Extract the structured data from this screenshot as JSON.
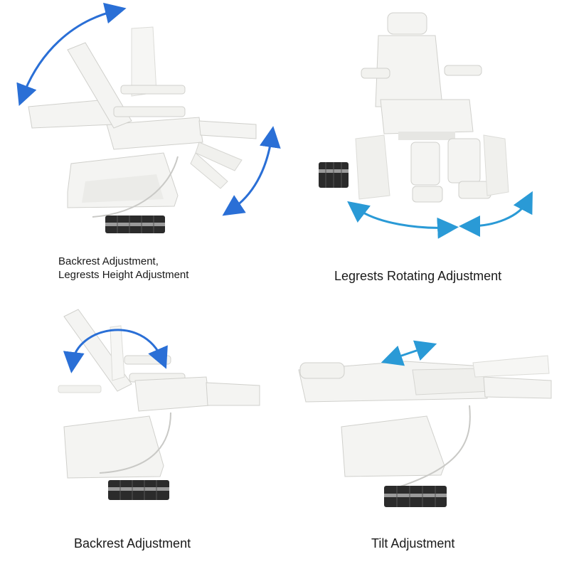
{
  "panels": [
    {
      "caption_line1": "Backrest  Adjustment,",
      "caption_line2": "Legrests Height Adjustment"
    },
    {
      "caption": "Legrests Rotating Adjustment"
    },
    {
      "caption": "Backrest Adjustment"
    },
    {
      "caption": "Tilt Adjustment"
    }
  ],
  "colors": {
    "arrow": "#2a6fd6",
    "chair": "#f4f4f2",
    "chair_shadow": "#d9d9d6",
    "pedal": "#2b2b2b",
    "pedal_plate": "#9a9a9a"
  },
  "icons": [
    "double-arrow-icon",
    "foot-pedal-icon"
  ]
}
